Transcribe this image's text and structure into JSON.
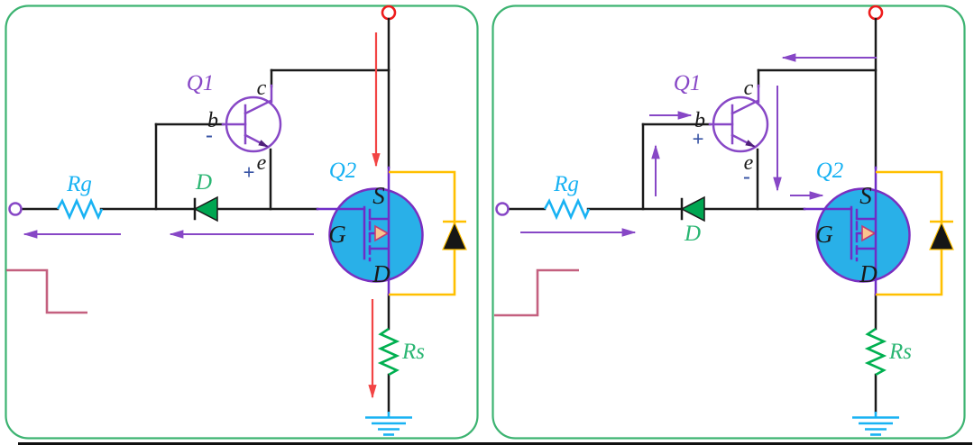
{
  "colors": {
    "border": "#3cb371",
    "ink": "#1a1a1a",
    "purple": "#8747c6",
    "mosfetFill": "#29b0e8",
    "mosfetStroke": "#7a2fc0",
    "mosfetInner": "#6f2dc6",
    "cyan": "#18b2f3",
    "diodeGreen": "#00a651",
    "labelGreen": "#2bb673",
    "rsGreen": "#00b050",
    "yellow": "#ffc000",
    "red": "#ee1c1c",
    "redArrow": "#f24444",
    "wavePink": "#c4607f",
    "navy": "#3a55a5",
    "peach": "#f9c48e",
    "peachStroke": "#c53a72"
  },
  "panels": [
    {
      "name": "mosfet-gate-drive-turn-off",
      "labels": {
        "q1": "Q1",
        "q2": "Q2",
        "rg": "Rg",
        "rs": "Rs",
        "diode": "D",
        "collector": "c",
        "base": "b",
        "emitter": "e",
        "source": "S",
        "gate": "G",
        "drain": "D",
        "base_sign": "-",
        "emitter_sign": "+"
      },
      "waveform": "falling-step",
      "flow_arrows": [
        {
          "color": "purple",
          "direction": "left",
          "location": "gate-line-outer"
        },
        {
          "color": "purple",
          "direction": "left",
          "location": "gate-line-inner"
        },
        {
          "color": "red",
          "direction": "down",
          "location": "supply-vertical"
        },
        {
          "color": "red",
          "direction": "down",
          "location": "drain-to-ground"
        }
      ]
    },
    {
      "name": "mosfet-gate-drive-turn-on",
      "labels": {
        "q1": "Q1",
        "q2": "Q2",
        "rg": "Rg",
        "rs": "Rs",
        "diode": "D",
        "collector": "c",
        "base": "b",
        "emitter": "e",
        "source": "S",
        "gate": "G",
        "drain": "D",
        "base_sign": "+",
        "emitter_sign": "-"
      },
      "waveform": "rising-step",
      "flow_arrows": [
        {
          "color": "purple",
          "direction": "left",
          "location": "top-supply-wire"
        },
        {
          "color": "purple",
          "direction": "right",
          "location": "rg-line"
        },
        {
          "color": "purple",
          "direction": "up",
          "location": "base-branch"
        },
        {
          "color": "purple",
          "direction": "right",
          "location": "into-base"
        },
        {
          "color": "purple",
          "direction": "down",
          "location": "collector-branch"
        },
        {
          "color": "purple",
          "direction": "right",
          "location": "into-source"
        }
      ]
    }
  ]
}
